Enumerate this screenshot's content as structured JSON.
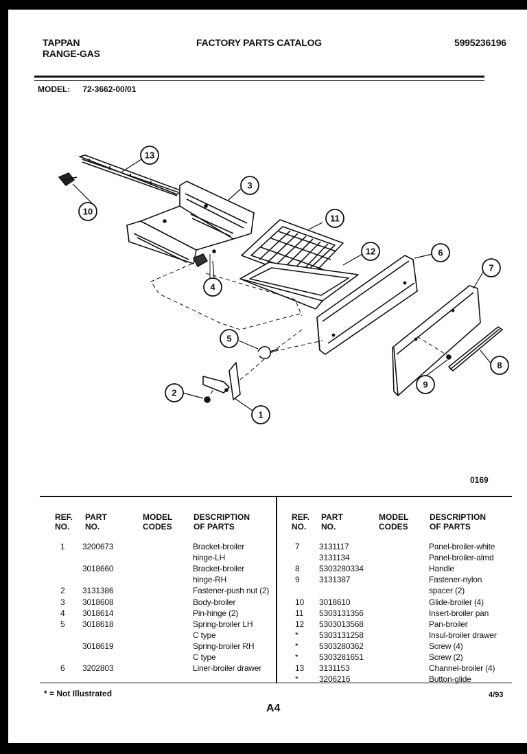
{
  "header": {
    "brand": "TAPPAN",
    "product": "RANGE-GAS",
    "catalog_title": "FACTORY PARTS CATALOG",
    "catalog_number": "5995236196"
  },
  "model": {
    "label": "MODEL:",
    "number": "72-3662-00/01"
  },
  "diagram": {
    "callouts": [
      "1",
      "2",
      "3",
      "4",
      "5",
      "6",
      "7",
      "8",
      "9",
      "10",
      "11",
      "12",
      "13"
    ],
    "figure_code": "0169"
  },
  "table": {
    "headers": {
      "ref": "REF.\nNO.",
      "part": "PART\nNO.",
      "model_codes": "MODEL\nCODES",
      "description": "DESCRIPTION\nOF PARTS"
    },
    "left_rows": [
      {
        "ref": "1",
        "part": "3200673",
        "desc": "Bracket-broiler"
      },
      {
        "ref": "",
        "part": "",
        "desc": "hinge-LH"
      },
      {
        "ref": "",
        "part": "3018660",
        "desc": "Bracket-broiler"
      },
      {
        "ref": "",
        "part": "",
        "desc": "hinge-RH"
      },
      {
        "ref": "2",
        "part": "3131386",
        "desc": "Fastener-push nut (2)"
      },
      {
        "ref": "3",
        "part": "3018608",
        "desc": "Body-broiler"
      },
      {
        "ref": "4",
        "part": "3018614",
        "desc": "Pin-hinge (2)"
      },
      {
        "ref": "5",
        "part": "3018618",
        "desc": "Spring-broiler LH"
      },
      {
        "ref": "",
        "part": "",
        "desc": "C type"
      },
      {
        "ref": "",
        "part": "3018619",
        "desc": "Spring-broiler RH"
      },
      {
        "ref": "",
        "part": "",
        "desc": "C type"
      },
      {
        "ref": "6",
        "part": "3202803",
        "desc": "Liner-broiler drawer"
      }
    ],
    "right_rows": [
      {
        "ref": "7",
        "part": "3131117",
        "desc": "Panel-broiler-white"
      },
      {
        "ref": "",
        "part": "3131134",
        "desc": "Panel-broiler-almd"
      },
      {
        "ref": "8",
        "part": "5303280334",
        "desc": "Handle"
      },
      {
        "ref": "9",
        "part": "3131387",
        "desc": "Fastener-nylon"
      },
      {
        "ref": "",
        "part": "",
        "desc": "spacer (2)"
      },
      {
        "ref": "10",
        "part": "3018610",
        "desc": "Glide-broiler (4)"
      },
      {
        "ref": "11",
        "part": "5303131356",
        "desc": "Insert-broiler pan"
      },
      {
        "ref": "12",
        "part": "5303013568",
        "desc": "Pan-broiler"
      },
      {
        "ref": "*",
        "part": "5303131258",
        "desc": "Insul-broiler drawer"
      },
      {
        "ref": "*",
        "part": "5303280362",
        "desc": "Screw (4)"
      },
      {
        "ref": "*",
        "part": "5303281651",
        "desc": "Screw (2)"
      },
      {
        "ref": "13",
        "part": "3131153",
        "desc": "Channel-broiler (4)"
      },
      {
        "ref": "*",
        "part": "3206216",
        "desc": "Button-glide"
      }
    ]
  },
  "footer": {
    "footnote": "* = Not Illustrated",
    "page_id": "A4",
    "date": "4/93"
  }
}
